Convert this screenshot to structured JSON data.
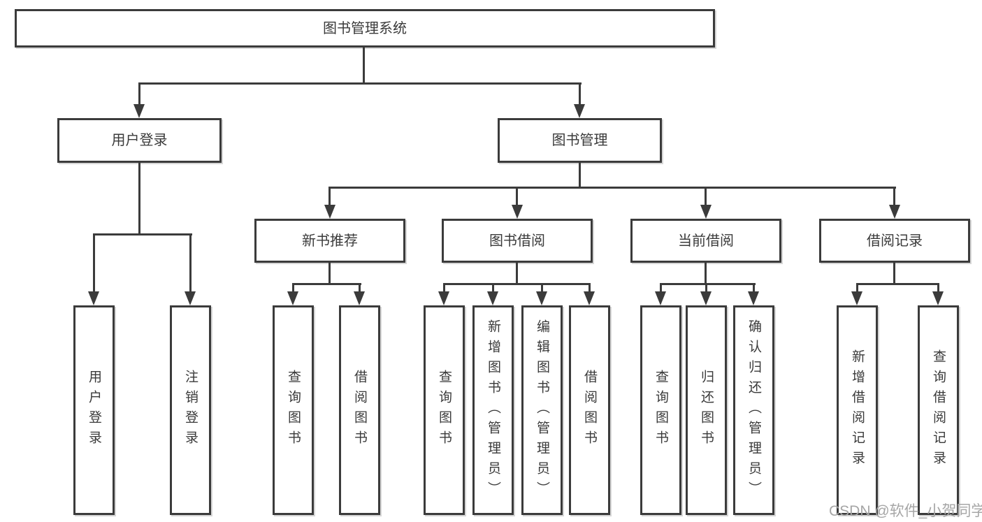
{
  "tree": {
    "root": "图书管理系统",
    "branches": [
      {
        "label": "用户登录",
        "children": [
          "用户登录",
          "注销登录"
        ]
      },
      {
        "label": "图书管理",
        "sections": [
          {
            "label": "新书推荐",
            "children": [
              "查询图书",
              "借阅图书"
            ]
          },
          {
            "label": "图书借阅",
            "children": [
              "查询图书",
              "新增图书（管理员）",
              "编辑图书（管理员）",
              "借阅图书"
            ]
          },
          {
            "label": "当前借阅",
            "children": [
              "查询图书",
              "归还图书",
              "确认归还（管理员）"
            ]
          },
          {
            "label": "借阅记录",
            "children": [
              "新增借阅记录",
              "查询借阅记录"
            ]
          }
        ]
      }
    ]
  },
  "watermark": {
    "text": "CSDN @软件_小贺同学"
  },
  "colors": {
    "line": "#3b3b3b",
    "text": "#3a3a3a",
    "box_bg": "#ffffff",
    "watermark": "#a6a6a6"
  }
}
